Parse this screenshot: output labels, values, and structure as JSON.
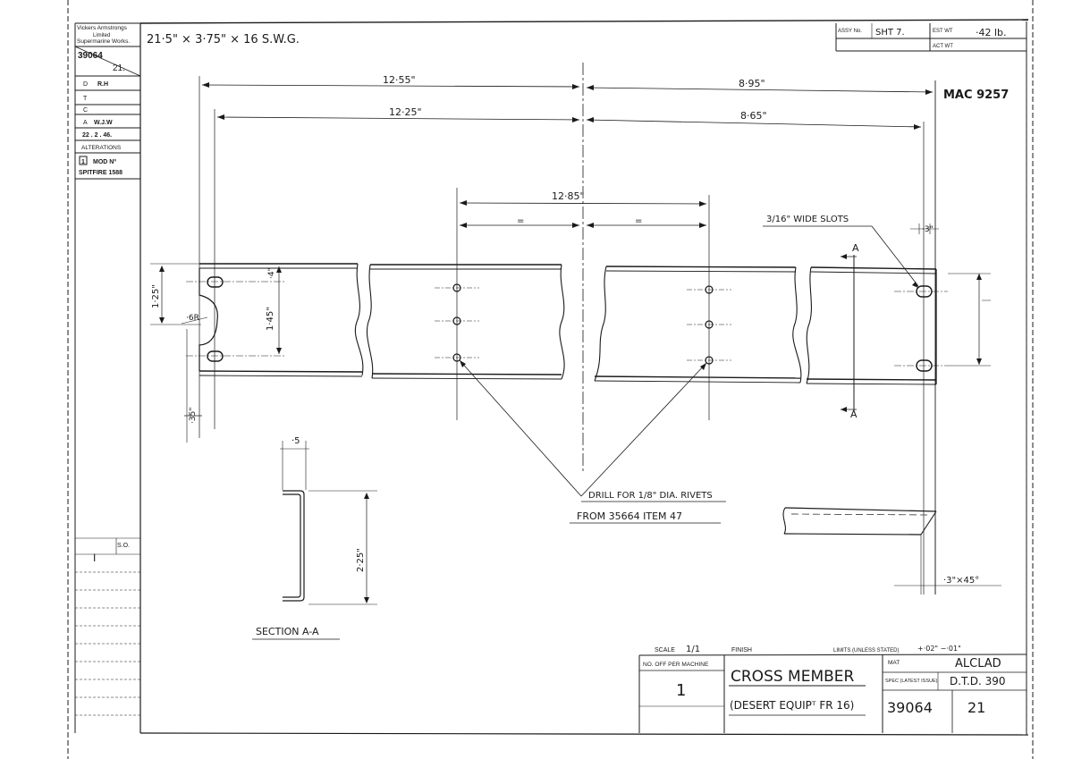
{
  "title_block_left": {
    "company": [
      "Vickers Armstrongs",
      "Limited",
      "Supermarine Works."
    ],
    "drawing_no": "39064",
    "sheet_no": "21.",
    "d_label": "D",
    "d_value": "R.H",
    "t_label": "T",
    "c_label": "C",
    "a_label": "A",
    "a_value": "W.J.W",
    "date": "22 . 2 . 46.",
    "alterations": "ALTERATIONS",
    "mod_no": "1",
    "mod_label": "MOD Nº",
    "mod_ref": "SPITFIRE 1588",
    "lower_label": "S.O.",
    "lower_mark": "I"
  },
  "material_spec": "21·5\" × 3·75\" × 16 S.W.G.",
  "header_right": {
    "assy_label": "ASSY No.",
    "assy_value": "SHT 7.",
    "est_wt_label": "EST WT",
    "est_wt_value": "·42 lb.",
    "act_wt_label": "ACT WT"
  },
  "mac_ref": "MAC 9257",
  "dimensions": {
    "d1": "12·55\"",
    "d2": "8·95\"",
    "d3": "12·25\"",
    "d4": "8·65\"",
    "d5": "12·85\"",
    "eq1": "=",
    "eq2": "=",
    "slot_width": "·3\"",
    "hole_off": "·4\"",
    "height_125": "1·25\"",
    "height_145": "1·45\"",
    "radius": "·6R",
    "offset_35": "·35\"",
    "flange_5": "·5",
    "section_height": "2·25\"",
    "chamfer": "·3\"×45°"
  },
  "notes": {
    "slots": "3/16\" WIDE SLOTS",
    "drill_line1": "DRILL FOR 1/8\" DIA. RIVETS",
    "drill_line2": "FROM 35664 ITEM 47",
    "section_a": "A",
    "section_label": "SECTION A-A"
  },
  "title_block": {
    "scale_label": "SCALE",
    "scale_value": "1/1",
    "finish_label": "FINISH",
    "limits_label": "LIMITS (UNLESS STATED)",
    "limits_value": "+·02\" −·01\"",
    "no_off_label": "NO. OFF PER MACHINE",
    "no_off_value": "1",
    "part_name": "CROSS MEMBER",
    "part_sub": "(DESERT EQUIPᵀ FR 16)",
    "mat_label": "MAT",
    "mat_value": "ALCLAD",
    "spec_label": "SPEC (LATEST ISSUE)",
    "spec_value": "D.T.D. 390",
    "drawing_no": "39064",
    "sheet_no": "21"
  }
}
